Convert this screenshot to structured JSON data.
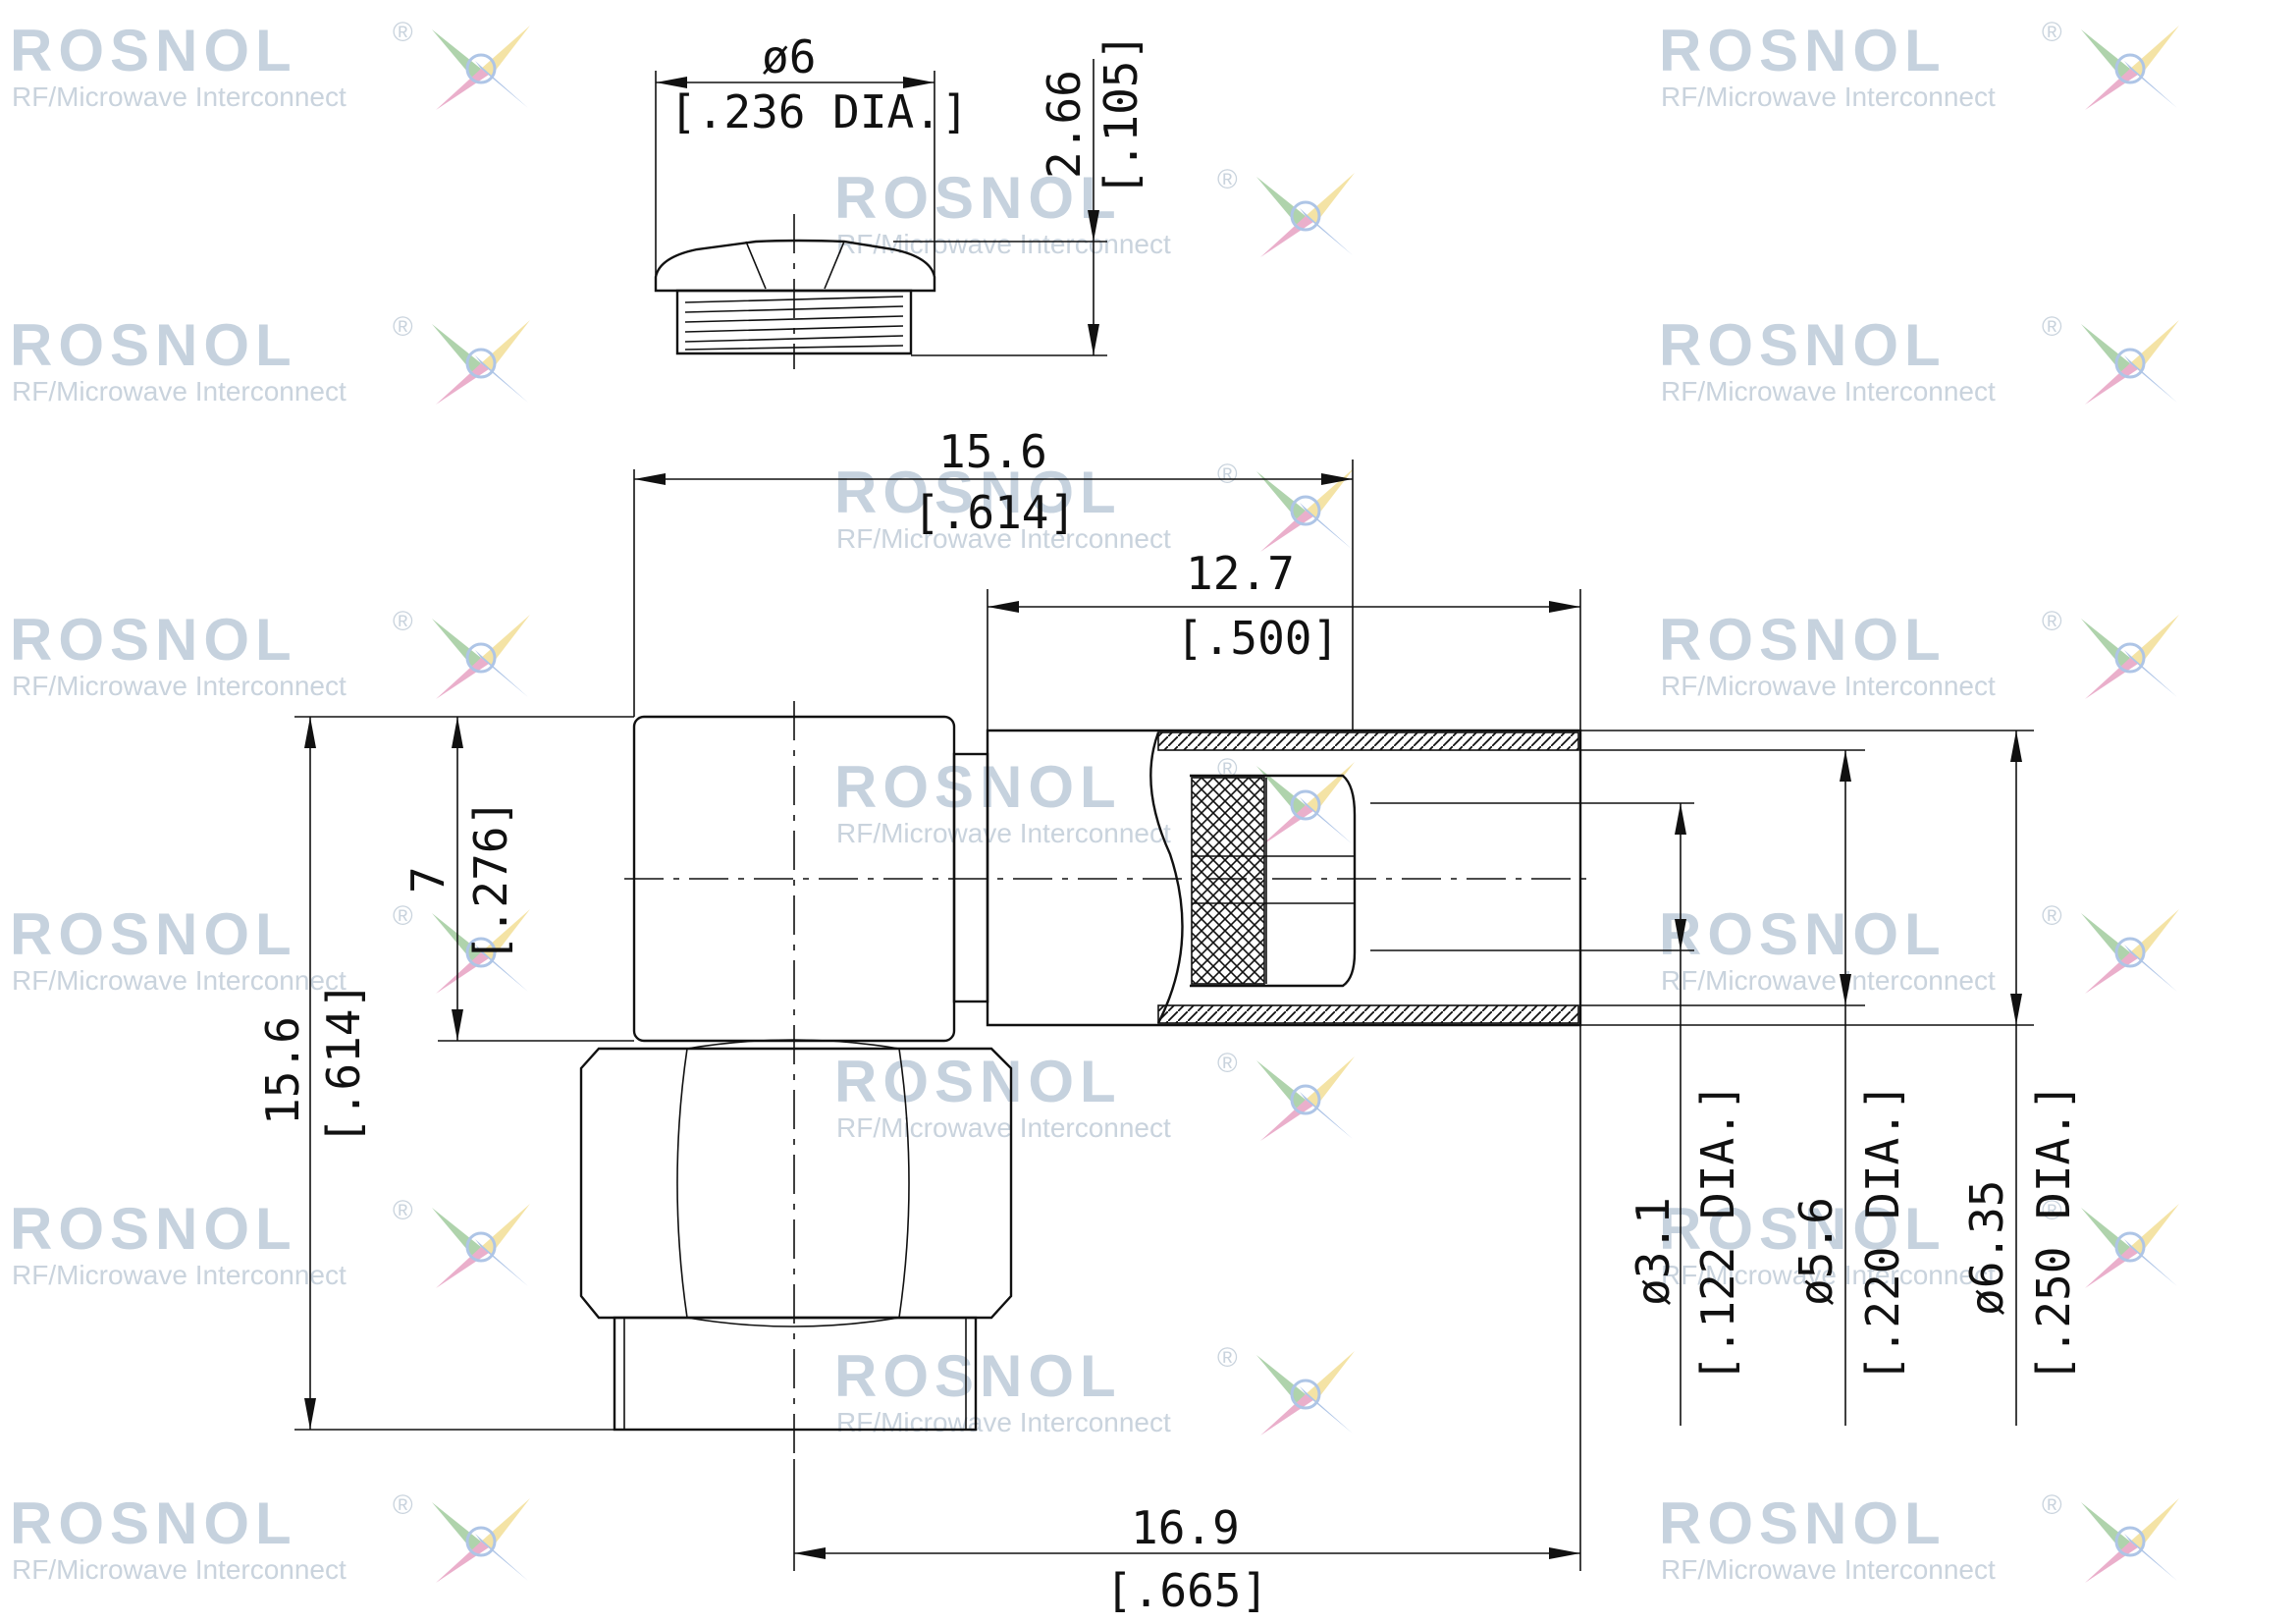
{
  "watermark": {
    "brand": "ROSNOL",
    "registered": "®",
    "subtitle": "RF/Microwave Interconnect"
  },
  "dimensions": {
    "cap_diameter": "ø6",
    "cap_diameter_in": "[.236 DIA.]",
    "cap_height": "2.66",
    "cap_height_in": "[.105]",
    "overall_width": "15.6",
    "overall_width_in": "[.614]",
    "ferrule_length": "12.7",
    "ferrule_length_in": "[.500]",
    "body_height": "7",
    "body_height_in": "[.276]",
    "overall_height": "15.6",
    "overall_height_in": "[.614]",
    "pin_diameter": "ø3.1",
    "pin_diameter_in": "[.122 DIA.]",
    "ferrule_inner_diameter": "ø5.6",
    "ferrule_inner_diameter_in": "[.220 DIA.]",
    "ferrule_outer_diameter": "ø6.35",
    "ferrule_outer_diameter_in": "[.250 DIA.]",
    "axis_to_end": "16.9",
    "axis_to_end_in": "[.665]"
  },
  "colors": {
    "line": "#111111",
    "watermark_text": "#c6d2de",
    "watermark_star_1": "#e8c23a",
    "watermark_star_2": "#4f9e4a",
    "watermark_star_3": "#d2508e",
    "watermark_star_4": "#4e7fc9"
  }
}
